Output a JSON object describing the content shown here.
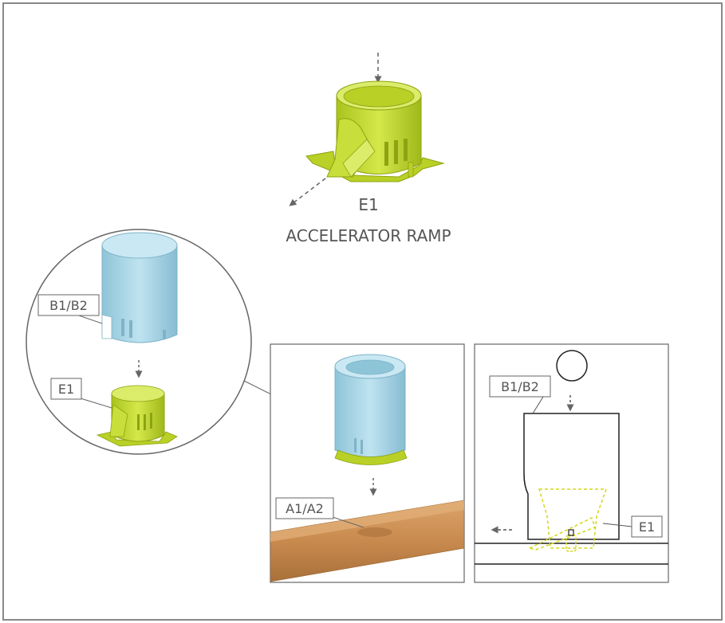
{
  "part": {
    "code": "E1",
    "name": "ACCELERATOR RAMP"
  },
  "detail_callout": {
    "upper_label": "B1/B2",
    "lower_label": "E1"
  },
  "panel_iso": {
    "base_label": "A1/A2"
  },
  "panel_section": {
    "top_label": "B1/B2",
    "side_label": "E1"
  },
  "colors": {
    "ramp_green": "#c5dc2e",
    "tube_blue": "#a9d6e6",
    "rail_wood": "#c98a4e",
    "line": "#333333",
    "frame": "#888888"
  }
}
